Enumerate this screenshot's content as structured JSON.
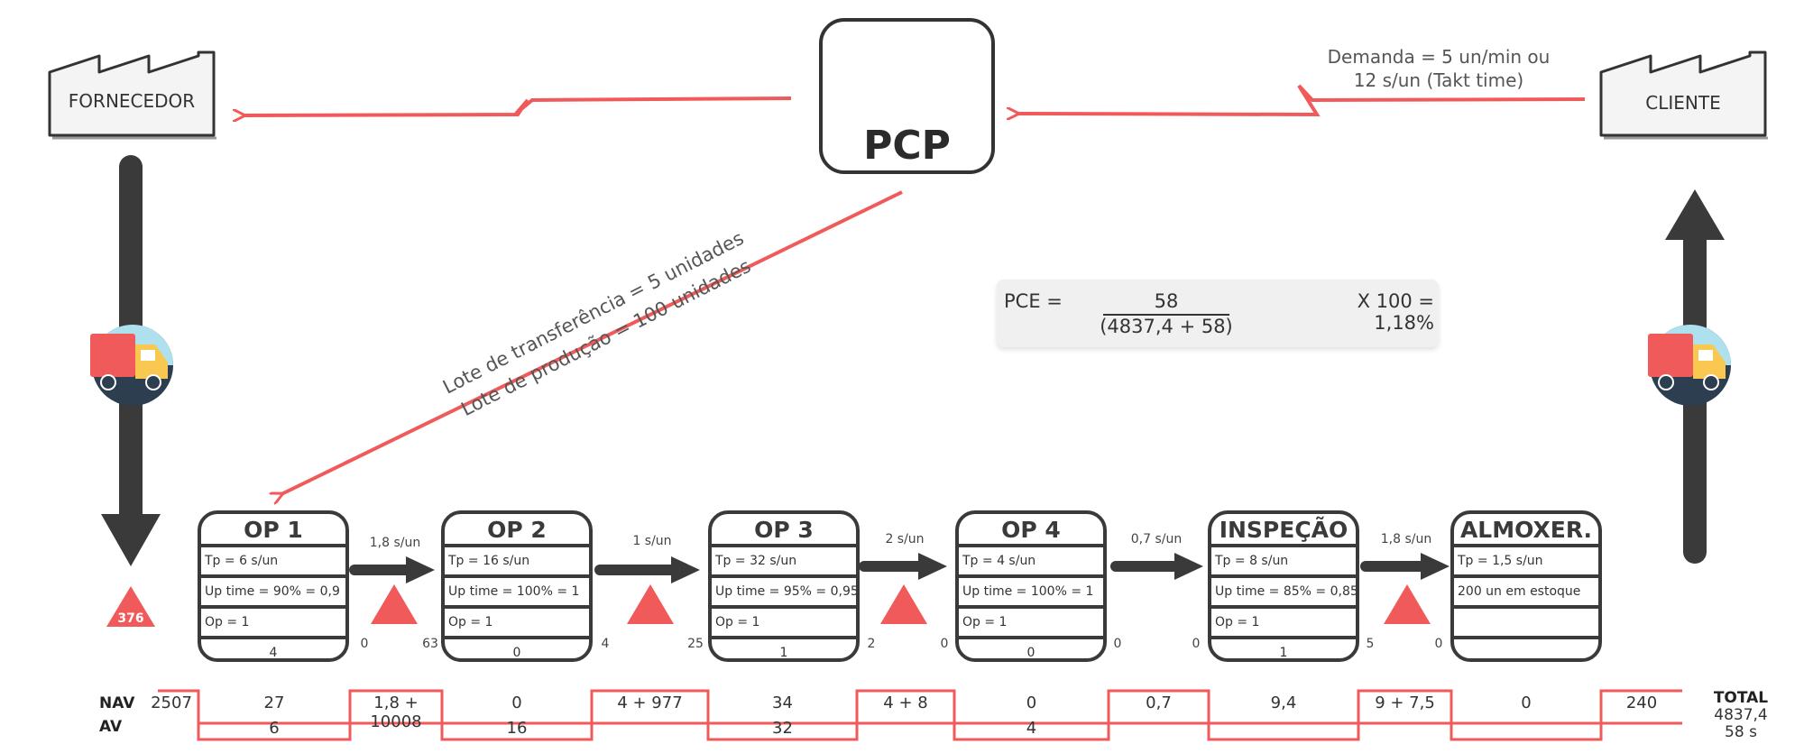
{
  "supplier": {
    "label": "FORNECEDOR"
  },
  "customer": {
    "label": "CLIENTE"
  },
  "pcp": {
    "label": "PCP",
    "icon": "monitor-icon"
  },
  "demand": {
    "line1": "Demanda = 5 un/min ou",
    "line2": "12 s/un (Takt time)"
  },
  "lot": {
    "line1": "Lote de transferência = 5 unidades",
    "line2": "Lote de produção = 100 unidades"
  },
  "pce": {
    "label": "PCE =",
    "numerator": "58",
    "denominator": "(4837,4 + 58)",
    "result": "X 100 = 1,18%"
  },
  "supplier_inventory": "376",
  "processes": [
    {
      "title": "OP 1",
      "rows": [
        "Tp = 6 s/un",
        "Up time = 90% = 0,9",
        "Op = 1"
      ],
      "bottom": "4"
    },
    {
      "title": "OP 2",
      "rows": [
        "Tp = 16 s/un",
        "Up time = 100% = 1",
        "Op = 1"
      ],
      "bottom": "0"
    },
    {
      "title": "OP 3",
      "rows": [
        "Tp = 32 s/un",
        "Up time = 95% = 0,95",
        "Op = 1"
      ],
      "bottom": "1"
    },
    {
      "title": "OP 4",
      "rows": [
        "Tp = 4 s/un",
        "Up time = 100% = 1",
        "Op = 1"
      ],
      "bottom": "0"
    },
    {
      "title": "INSPEÇÃO",
      "rows": [
        "Tp = 8 s/un",
        "Up time = 85% = 0,85",
        "Op = 1"
      ],
      "bottom": "1"
    },
    {
      "title": "ALMOXER.",
      "rows": [
        "Tp = 1,5 s/un",
        "200 un em estoque",
        ""
      ],
      "bottom": ""
    }
  ],
  "flows": [
    "1,8 s/un",
    "1 s/un",
    "2 s/un",
    "0,7 s/un",
    "1,8 s/un"
  ],
  "queues": {
    "left": [
      "0",
      "4",
      "2",
      "0",
      "5"
    ],
    "right": [
      "63",
      "25",
      "0",
      "0",
      "0"
    ]
  },
  "timeline": {
    "nav_label": "NAV",
    "av_label": "AV",
    "nav": [
      "2507",
      "27",
      "1,8 + 10008",
      "0",
      "4 + 977",
      "34",
      "4 + 8",
      "0",
      "0,7",
      "9,4",
      "9 + 7,5",
      "0",
      "240"
    ],
    "av": [
      "6",
      "16",
      "32",
      "4"
    ]
  },
  "total": {
    "label": "TOTAL",
    "nav": "4837,4",
    "av": "58 s"
  },
  "colors": {
    "accent": "#f15a5a",
    "dark": "#3a3a3a",
    "pce_bg": "#f0f0f0"
  }
}
